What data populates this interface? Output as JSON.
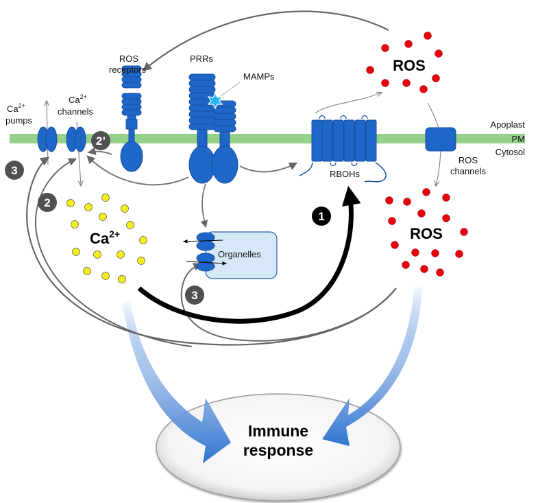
{
  "title": "Ca2+ and ROS signalling in plant immunity",
  "colors": {
    "membrane": "#95d18b",
    "protein": "#1f66c9",
    "ros_dot": "#e8000c",
    "ca_dot": "#f4ee1a",
    "arrow_gray": "#666666",
    "arrow_black": "#000000",
    "badge_gray": "#505050",
    "organelle_fill": "#d6e8f7",
    "immune_arrow": "#3b7fd4",
    "mamp_star": "#29b6f6"
  },
  "labels": {
    "ros_receptors_line1": "ROS",
    "ros_receptors_line2": "receptors",
    "prrs": "PRRs",
    "mamps": "MAMPs",
    "ca_pumps_line1": "Ca",
    "ca_pumps_sup": "2+",
    "ca_pumps_line2": "pumps",
    "ca_channels_line1": "Ca",
    "ca_channels_sup": "2+",
    "ca_channels_line2": "channels",
    "rbohs": "RBOHs",
    "apoplast": "Apoplast",
    "pm": "PM",
    "cytosol": "Cytosol",
    "ros_channels_line1": "ROS",
    "ros_channels_line2": "channels",
    "ros_apoplast": "ROS",
    "ros_cytosol": "ROS",
    "ca_cytosol": "Ca",
    "ca_cytosol_sup": "2+",
    "organelles": "Organelles",
    "immune_line1": "Immune",
    "immune_line2": "response"
  },
  "badges": {
    "step1": "1",
    "step2": "2",
    "step2prime": "2’",
    "step3_left": "3",
    "step3_organelle": "3"
  }
}
